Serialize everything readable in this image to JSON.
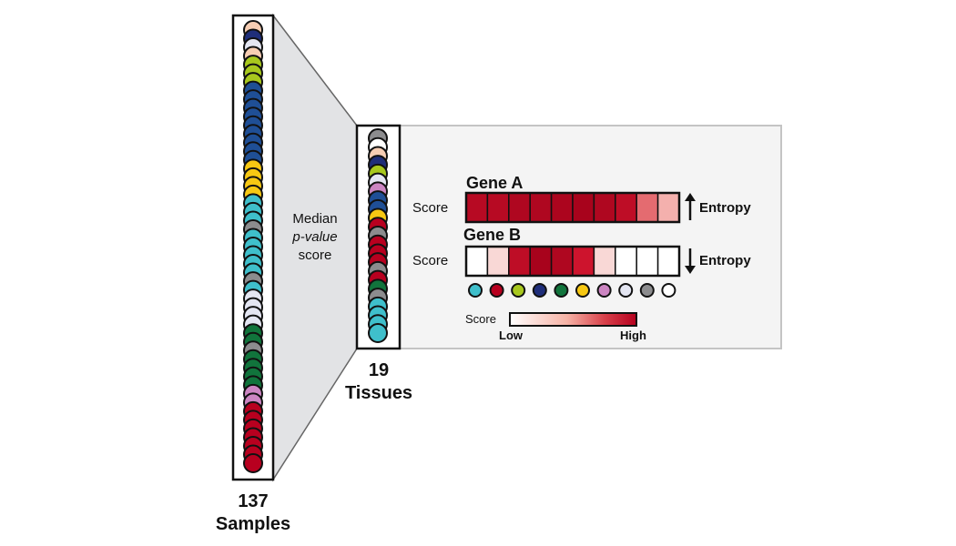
{
  "palette": {
    "peach": "#f6cdb3",
    "navy": "#1f2e7a",
    "white": "#ffffff",
    "lavender": "#e4e6f2",
    "lime": "#a8c81e",
    "blue": "#1f4f96",
    "gold": "#f7c813",
    "cyan": "#3fbfcb",
    "gray": "#8c8c8e",
    "green": "#11743c",
    "orchid": "#cc85c2",
    "red": "#b8001f"
  },
  "samples": {
    "count_label": "137",
    "unit_label": "Samples",
    "colors": [
      "peach",
      "navy",
      "lavender",
      "peach",
      "lime",
      "lime",
      "lime",
      "blue",
      "blue",
      "blue",
      "blue",
      "blue",
      "blue",
      "blue",
      "blue",
      "blue",
      "gold",
      "gold",
      "gold",
      "gold",
      "cyan",
      "cyan",
      "cyan",
      "gray",
      "cyan",
      "cyan",
      "cyan",
      "cyan",
      "cyan",
      "gray",
      "cyan",
      "lavender",
      "lavender",
      "lavender",
      "lavender",
      "green",
      "green",
      "gray",
      "green",
      "green",
      "green",
      "green",
      "orchid",
      "orchid",
      "red",
      "red",
      "red",
      "red",
      "red",
      "red",
      "red"
    ]
  },
  "connector_label": {
    "line1": "Median",
    "line2": "p-value",
    "line3": "score"
  },
  "tissues": {
    "count_label": "19",
    "unit_label": "Tissues",
    "colors": [
      "gray",
      "white",
      "peach",
      "navy",
      "lime",
      "lavender",
      "orchid",
      "blue",
      "blue",
      "gold",
      "red",
      "gray",
      "red",
      "red",
      "red",
      "gray",
      "red",
      "green",
      "gray",
      "cyan",
      "cyan",
      "cyan",
      "cyan"
    ]
  },
  "genes": [
    {
      "name": "Gene A",
      "row_label": "Score",
      "entropy_label": "Entropy",
      "entropy_direction": "up",
      "scores": [
        0.85,
        0.85,
        0.9,
        0.9,
        0.92,
        0.95,
        0.9,
        0.8,
        0.5,
        0.3
      ]
    },
    {
      "name": "Gene B",
      "row_label": "Score",
      "entropy_label": "Entropy",
      "entropy_direction": "down",
      "scores": [
        0.0,
        0.15,
        0.8,
        0.95,
        0.9,
        0.7,
        0.15,
        0.0,
        0.0,
        0.0
      ]
    }
  ],
  "tissue_legend": [
    "cyan",
    "red",
    "lime",
    "navy",
    "green",
    "gold",
    "orchid",
    "lavender",
    "gray",
    "white"
  ],
  "scale_legend": {
    "title": "Score",
    "low_label": "Low",
    "high_label": "High",
    "low_color": "#ffffff",
    "high_color": "#b5001e"
  }
}
